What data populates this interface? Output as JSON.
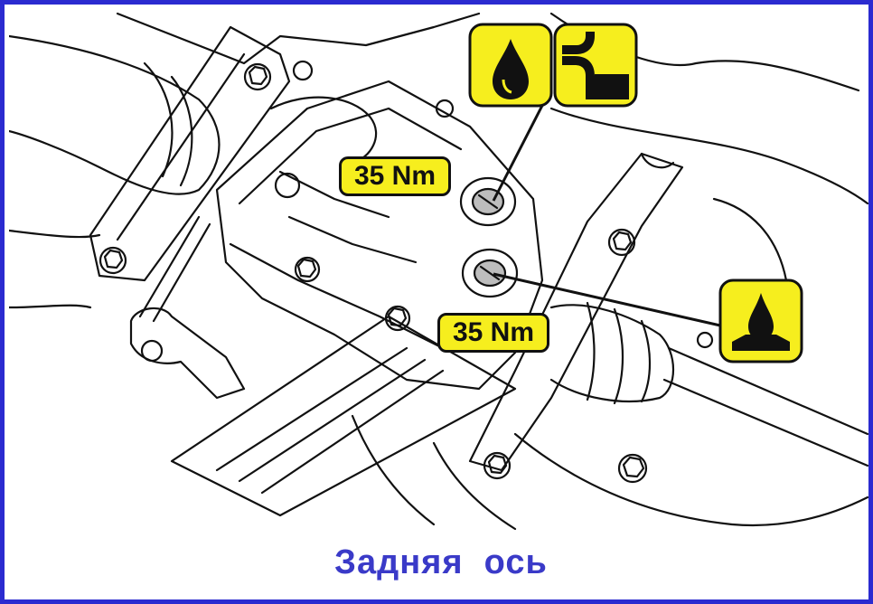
{
  "caption": "Задняя  ось",
  "torque_labels": {
    "upper": "35 Nm",
    "lower": "35 Nm"
  },
  "icons": {
    "oil_drop": "oil-drop-icon",
    "fill_level": "fill-level-icon",
    "oil_drain": "oil-drain-icon"
  },
  "colors": {
    "border": "#2b2bd0",
    "caption": "#3a3ac8",
    "label_fill": "#f6ee1e",
    "line": "#111111"
  }
}
